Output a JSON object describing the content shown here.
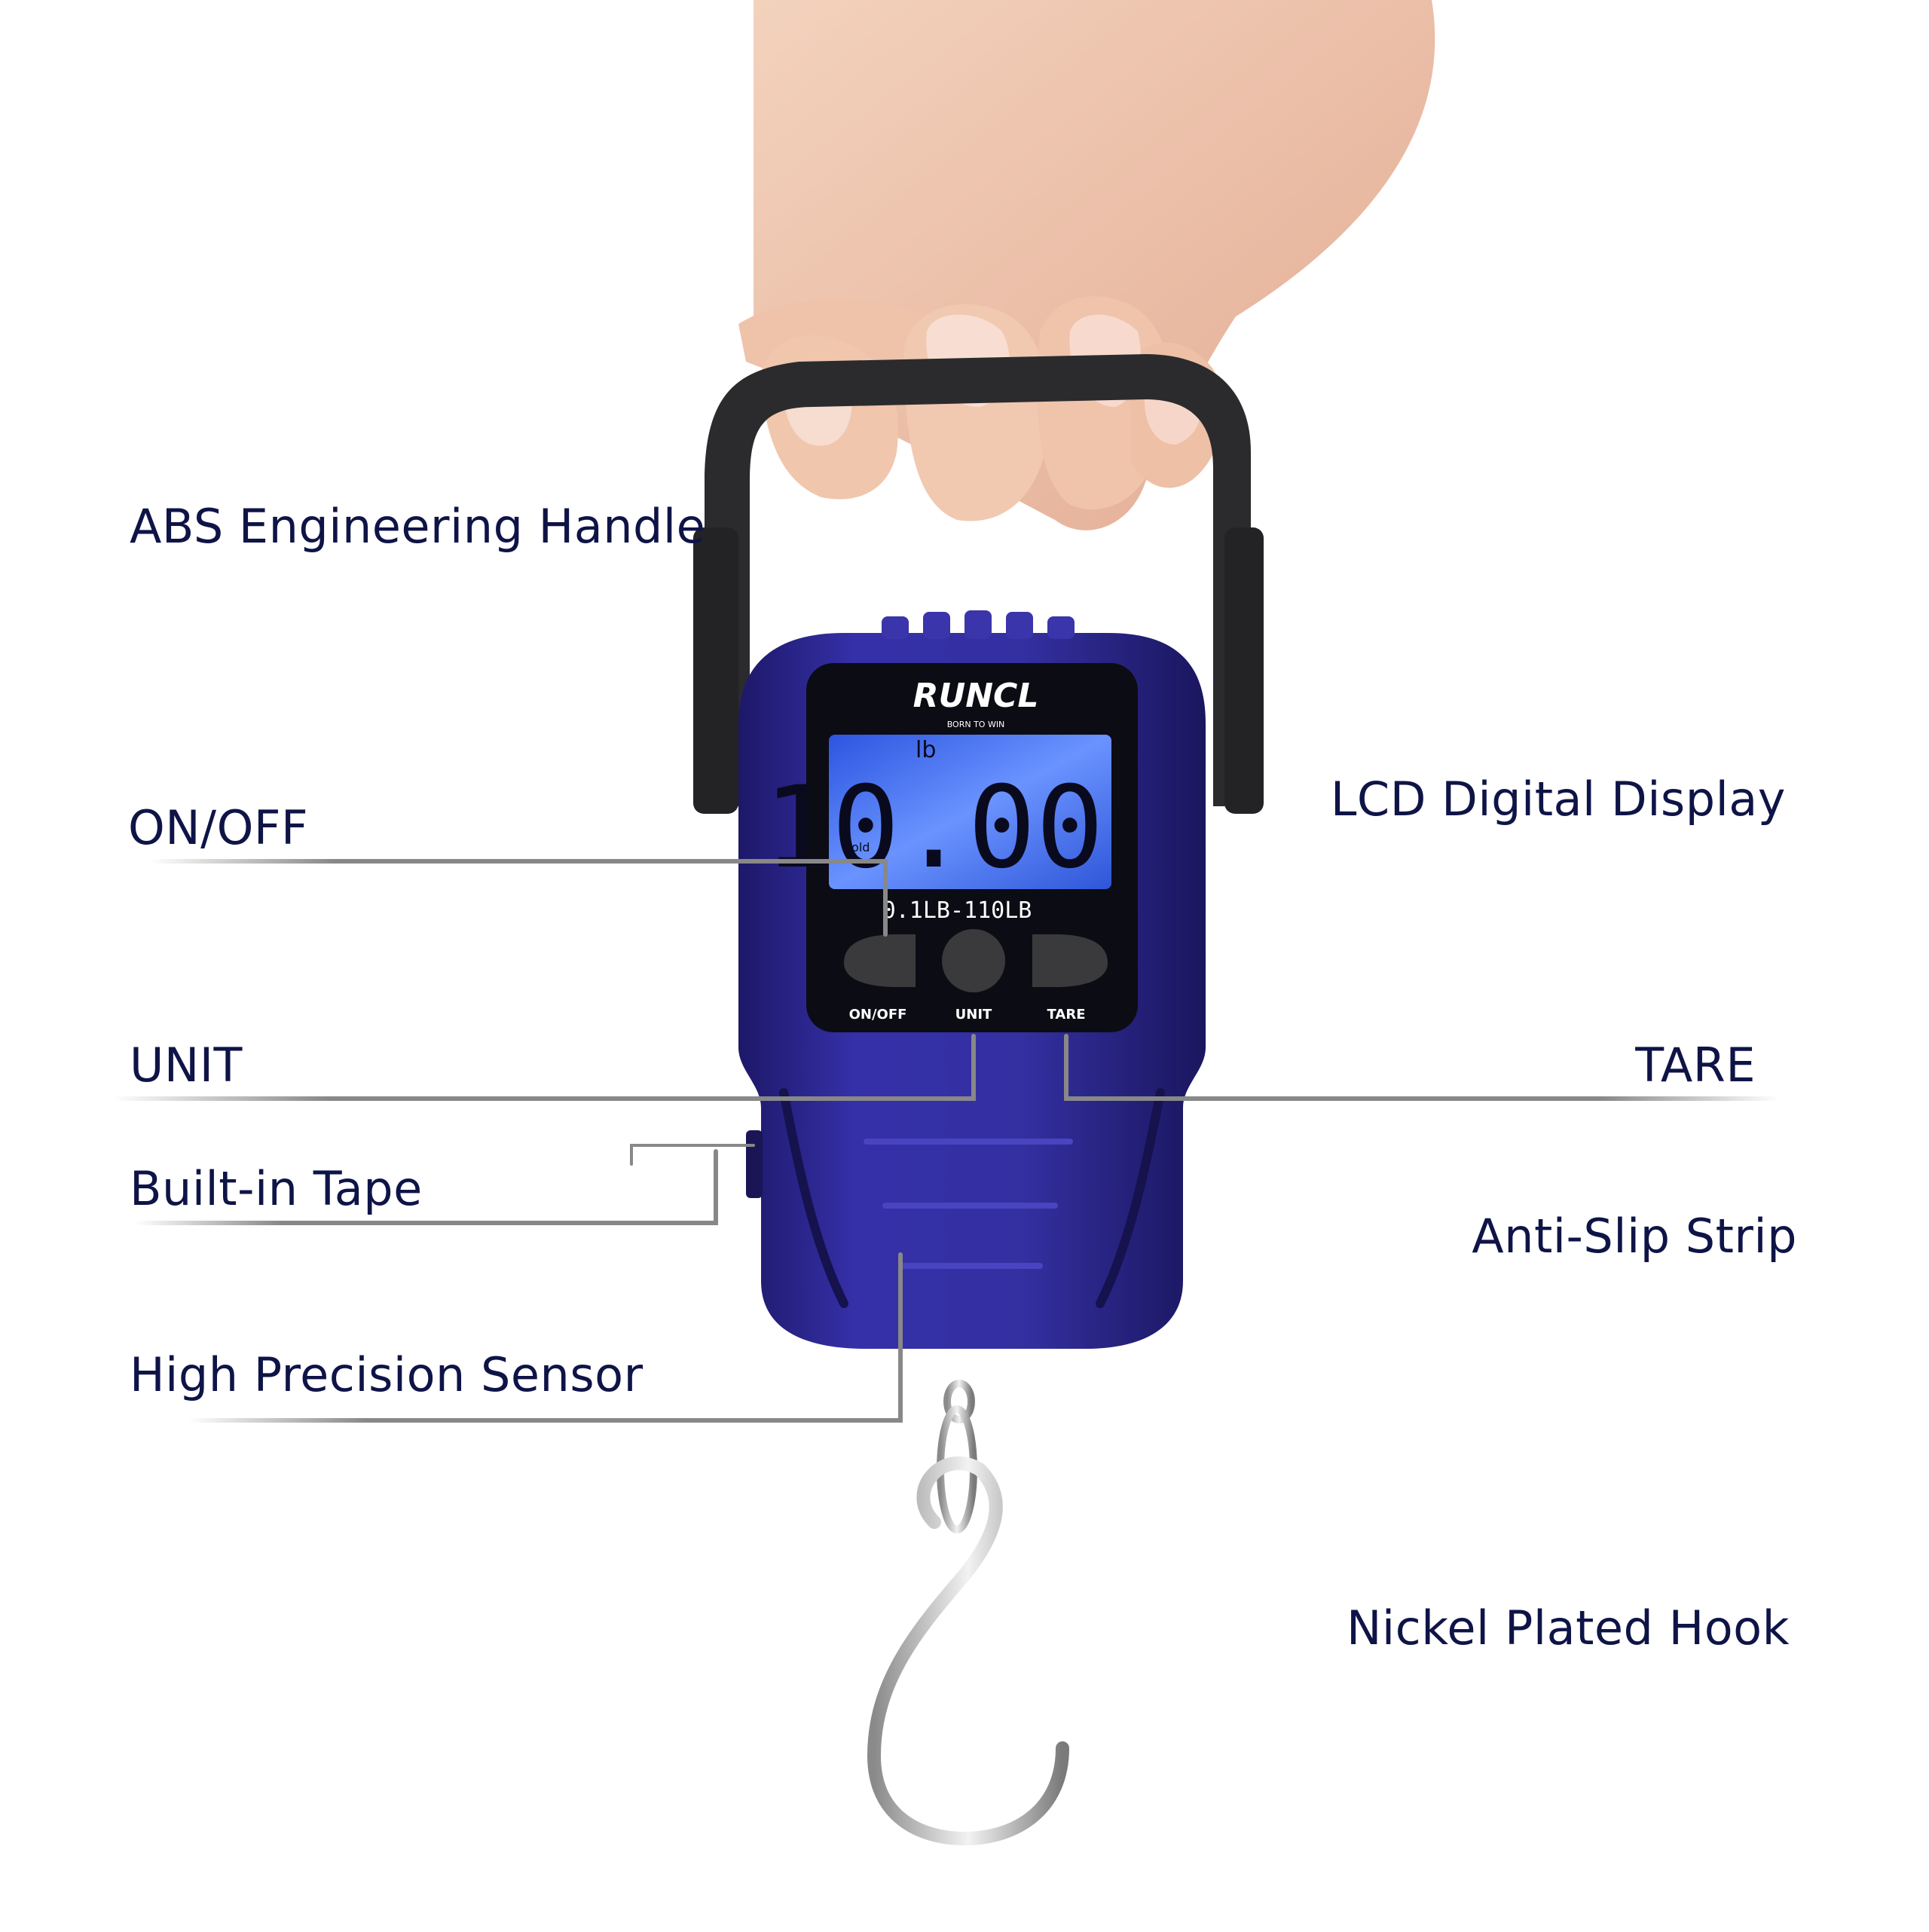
{
  "scale": {
    "brand": "RUNCL",
    "tagline": "BORN TO WIN",
    "display": {
      "unit": "lb",
      "reading": "10.00",
      "mode": "Hold"
    },
    "range": "0.1LB-110LB",
    "buttons": {
      "on_off": "ON/OFF",
      "unit": "UNIT",
      "tare": "TARE"
    }
  },
  "callouts": {
    "handle": "ABS Engineering Handle",
    "on_off": "ON/OFF",
    "unit": "UNIT",
    "tape": "Built-in Tape",
    "sensor": "High Precision Sensor",
    "lcd": "LCD Digital Display",
    "tare": "TARE",
    "anti_slip": "Anti-Slip Strip",
    "hook": "Nickel Plated Hook"
  },
  "colors": {
    "body": "#2f2a9a",
    "body_dark": "#1e1a6e",
    "handle": "#2b2b2e",
    "lcd": "#3f6ff0",
    "skin": "#efc8b0",
    "leader": "#888888",
    "text": "#0f1447"
  }
}
